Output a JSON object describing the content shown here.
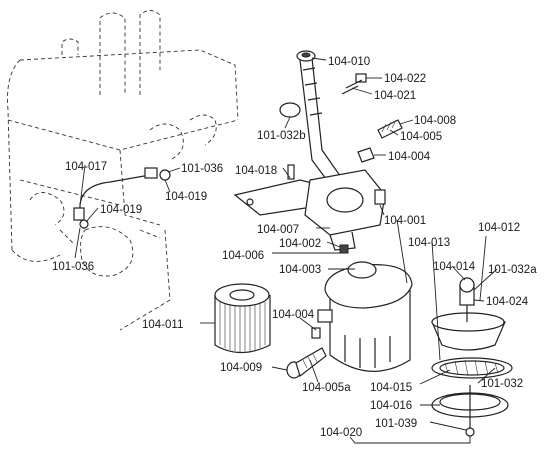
{
  "colors": {
    "ink": "#222222",
    "background": "#ffffff"
  },
  "labels": {
    "p104_010": "104-010",
    "p104_022": "104-022",
    "p104_021": "104-021",
    "p101_032b": "101-032b",
    "p104_008": "104-008",
    "p104_005": "104-005",
    "p104_004_top": "104-004",
    "p104_017": "104-017",
    "p101_036_top": "101-036",
    "p104_018": "104-018",
    "p104_019_top": "104-019",
    "p104_019_left": "104-019",
    "p101_036_left": "101-036",
    "p104_001": "104-001",
    "p104_007": "104-007",
    "p104_002": "104-002",
    "p104_006": "104-006",
    "p104_013": "104-013",
    "p104_012": "104-012",
    "p104_014": "104-014",
    "p101_032a": "101-032a",
    "p104_003": "104-003",
    "p104_024": "104-024",
    "p104_011": "104-011",
    "p104_004_low": "104-004",
    "p104_009": "104-009",
    "p104_005a": "104-005a",
    "p104_015": "104-015",
    "p101_032": "101-032",
    "p104_016": "104-016",
    "p101_039": "101-039",
    "p104_020": "104-020"
  }
}
